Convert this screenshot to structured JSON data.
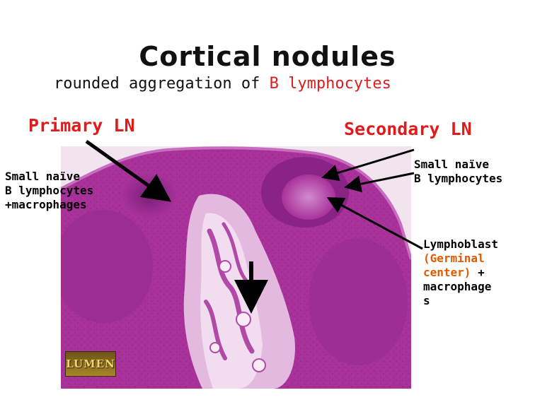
{
  "title": "Cortical  nodules",
  "subtitle": {
    "prefix": "rounded aggregation of ",
    "highlight": "B lymphocytes"
  },
  "headings": {
    "primary": "Primary LN",
    "secondary": "Secondary LN"
  },
  "labels": {
    "left": "Small naïve\nB lymphocytes\n+macrophages",
    "right_top": "Small naïve\nB lymphocytes",
    "right_bottom_lead": "Lymphoblast\n",
    "right_bottom_highlight": "(Germinal\ncenter)",
    "right_bottom_tail": " +\nmacrophage\ns"
  },
  "logo": "LUMEN",
  "colors": {
    "heading_red": "#e01b1b",
    "germinal_orange": "#e05a00",
    "stain_purple": "#a8329a",
    "stain_light": "#e3b9e0"
  }
}
